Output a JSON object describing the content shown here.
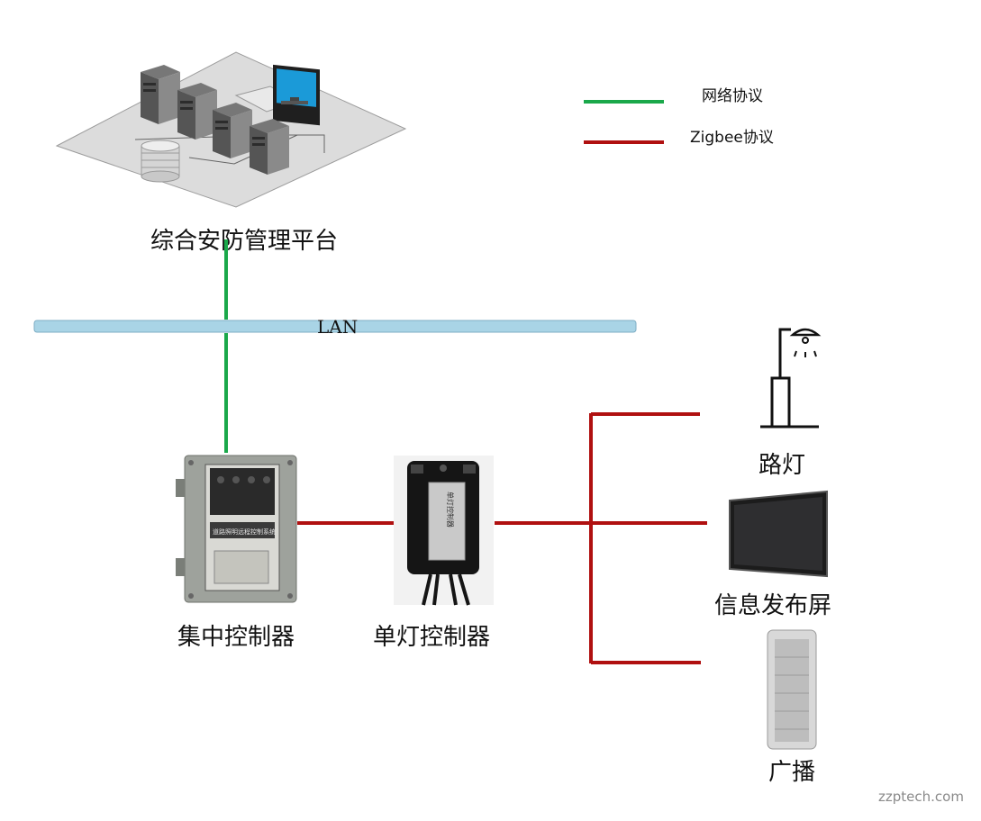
{
  "legend": {
    "items": [
      {
        "label": "网络协议",
        "color": "#1aa84a"
      },
      {
        "label": "Zigbee协议",
        "color": "#b01010"
      }
    ]
  },
  "network": {
    "bus_label": "LAN",
    "bus_color": "#a9d4e6"
  },
  "nodes": {
    "platform": "综合安防管理平台",
    "central_controller": "集中控制器",
    "single_lamp_controller": "单灯控制器",
    "street_lamp": "路灯",
    "info_screen": "信息发布屏",
    "broadcast": "广播"
  },
  "device_text": {
    "controller_panel": "道路照明远程控制系统",
    "lamp_controller_tag": "单灯控制器"
  },
  "watermark": "zzptech.com"
}
